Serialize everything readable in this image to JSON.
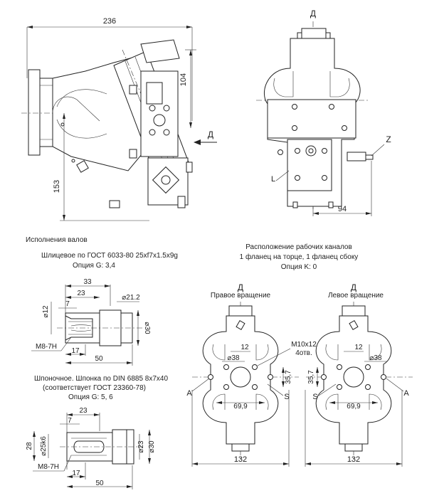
{
  "headings": {
    "variants": "Исполнения валов",
    "spline_spec": "Шлицевое по ГОСТ 6033-80 25xf7x1.5x9g",
    "spline_option": "Опция G: 3,4",
    "key_spec": "Шпоночное. Шпонка по DIN 6885 8x7x40",
    "key_equiv": "(соответствует ГОСТ 23360-78)",
    "key_option": "Опция G: 5, 6",
    "ports_title": "Расположение рабочих каналов",
    "ports_desc": "1 фланец на торце, 1 фланец сбоку",
    "ports_option": "Опция K: 0",
    "right_rotation": "Правое вращение",
    "left_rotation": "Левое вращение"
  },
  "view_labels": {
    "d_top": "Д",
    "d_arrow": "Д",
    "d_right_rot": "Д",
    "d_left_rot": "Д",
    "z": "Z",
    "l": "L",
    "a_left": "A",
    "a_right": "A",
    "s_left": "S",
    "s_right": "S"
  },
  "dimensions": {
    "overall_length": "236",
    "height_104": "104",
    "height_153": "153",
    "width_94": "94",
    "spline_33": "33",
    "spline_23": "23",
    "spline_7": "7",
    "spline_d12": "⌀12",
    "spline_d21_2": "⌀21.2",
    "spline_d30": "⌀30",
    "spline_m8": "M8-7H",
    "spline_17": "17",
    "spline_50": "50",
    "key_23": "23",
    "key_7": "7",
    "key_28": "28",
    "key_d25k6": "⌀25k6",
    "key_d23": "⌀23",
    "key_d30": "⌀30",
    "key_m8": "M8-7H",
    "key_17": "17",
    "key_50": "50",
    "flange_12_r": "12",
    "flange_d38_r": "⌀38",
    "flange_thread": "M10x12",
    "flange_holes": "4отв.",
    "flange_35_7_r": "35,7",
    "flange_69_9_r": "69,9",
    "flange_132_r": "132",
    "flange_12_l": "12",
    "flange_d38_l": "⌀38",
    "flange_35_7_l": "35,7",
    "flange_69_9_l": "69,9",
    "flange_132_l": "132"
  }
}
